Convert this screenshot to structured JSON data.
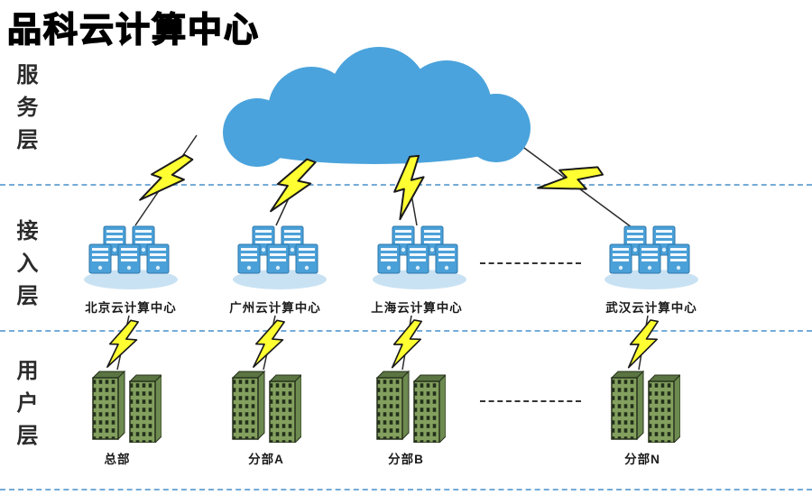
{
  "title": "品科云计算中心",
  "layers": {
    "service": "服务层",
    "access": "接入层",
    "user": "用户层"
  },
  "access_nodes": [
    {
      "label": "北京云计算中心"
    },
    {
      "label": "广州云计算中心"
    },
    {
      "label": "上海云计算中心"
    },
    {
      "label": "武汉云计算中心"
    }
  ],
  "user_nodes": [
    {
      "label": "总部"
    },
    {
      "label": "分部A"
    },
    {
      "label": "分部B"
    },
    {
      "label": "分部N"
    }
  ],
  "icons": {
    "cloud": "cloud-icon",
    "lightning": "lightning-bolt-icon",
    "servers": "server-cluster-icon",
    "buildings": "building-pair-icon"
  },
  "colors": {
    "cloud_fill": "#4aa3dc",
    "bolt_fill": "#ffff32",
    "divider_blue": "#74abd8",
    "server_fill": "#4aa0d8",
    "server_shadow": "#c9e2f3",
    "building_fill": "#83a05e",
    "line": "#2b2b2b"
  }
}
